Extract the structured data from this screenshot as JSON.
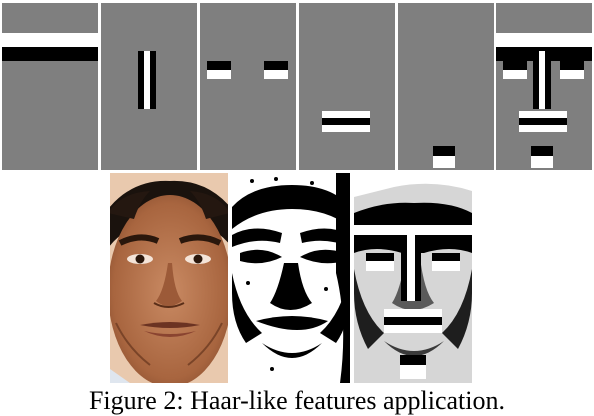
{
  "figure": {
    "caption": "Figure 2: Haar-like features application.",
    "feature_tiles": [
      "horizontal-edge-feature",
      "vertical-line-feature",
      "eye-pair-feature",
      "mouth-line-feature",
      "chin-feature",
      "combined-features"
    ],
    "photos": [
      "face-photo",
      "binarized-face",
      "face-with-features"
    ],
    "colors": {
      "tile_gray": "#7f7f7f",
      "light": "#ffffff",
      "dark": "#000000"
    }
  }
}
